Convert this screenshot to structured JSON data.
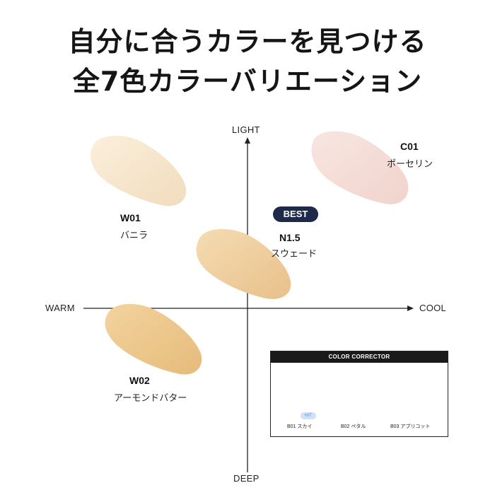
{
  "headline": {
    "line1": "自分に合うカラーを見つける",
    "line2": "全7色カラーバリエーション"
  },
  "axes": {
    "top": "LIGHT",
    "bottom": "DEEP",
    "left": "WARM",
    "right": "COOL"
  },
  "shades": [
    {
      "code": "W01",
      "name": "バニラ",
      "color": "#f6e4cb"
    },
    {
      "code": "C01",
      "name": "ポーセリン",
      "color": "#f6dcd6"
    },
    {
      "code": "N1.5",
      "name": "スウェード",
      "color": "#f0cf9f",
      "badge": "BEST"
    },
    {
      "code": "W02",
      "name": "アーモンドバター",
      "color": "#efc98c"
    }
  ],
  "color_corrector": {
    "title": "COLOR CORRECTOR",
    "badge": "HIT",
    "items": [
      {
        "label": "B01 スカイ",
        "color": "#bcd9f6"
      },
      {
        "label": "B02 ペタル",
        "color": "#f4c1ae"
      },
      {
        "label": "B03 アプリコット",
        "color": "#f2b998"
      }
    ]
  },
  "colors": {
    "axis": "#222222",
    "badge_navy": "#1f2a4a",
    "text": "#151515"
  }
}
